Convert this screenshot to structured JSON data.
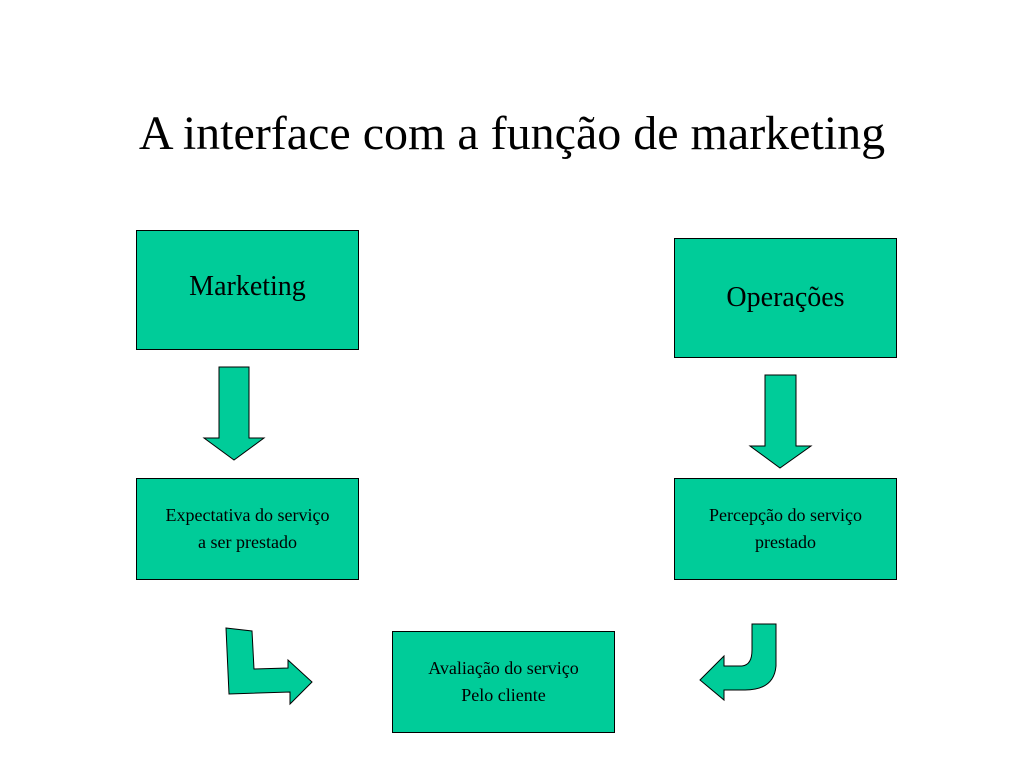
{
  "slide": {
    "title": "A interface com a função de marketing"
  },
  "boxes": {
    "marketing": {
      "label": "Marketing"
    },
    "operacoes": {
      "label": "Operações"
    },
    "expectativa": {
      "lines": [
        "Expectativa do serviço",
        "a ser prestado"
      ]
    },
    "percepcao": {
      "lines": [
        "Percepção do serviço",
        "prestado"
      ]
    },
    "avaliacao": {
      "lines": [
        "Avaliação do serviço",
        "Pelo cliente"
      ]
    }
  },
  "icons": {
    "arrow_marketing": "arrow-down-icon",
    "arrow_operacoes": "arrow-down-icon",
    "arrow_expectativa": "bent-arrow-right-icon",
    "arrow_percepcao": "bent-arrow-left-icon"
  },
  "colors": {
    "background": "#FFFFFF",
    "box_fill": "#00CC99",
    "border": "#000000"
  }
}
